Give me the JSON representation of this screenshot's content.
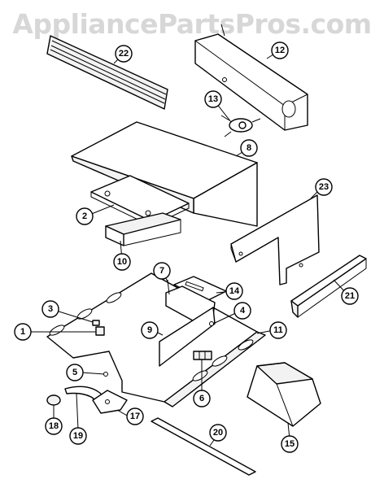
{
  "watermark": "AppliancePartsPros.com",
  "callouts": [
    {
      "id": "22",
      "label": "22"
    },
    {
      "id": "12",
      "label": "12"
    },
    {
      "id": "13",
      "label": "13"
    },
    {
      "id": "8",
      "label": "8"
    },
    {
      "id": "2",
      "label": "2"
    },
    {
      "id": "10",
      "label": "10"
    },
    {
      "id": "23",
      "label": "23"
    },
    {
      "id": "7",
      "label": "7"
    },
    {
      "id": "14",
      "label": "14"
    },
    {
      "id": "21",
      "label": "21"
    },
    {
      "id": "3",
      "label": "3"
    },
    {
      "id": "1",
      "label": "1"
    },
    {
      "id": "4",
      "label": "4"
    },
    {
      "id": "9",
      "label": "9"
    },
    {
      "id": "11",
      "label": "11"
    },
    {
      "id": "5",
      "label": "5"
    },
    {
      "id": "6",
      "label": "6"
    },
    {
      "id": "17",
      "label": "17"
    },
    {
      "id": "18",
      "label": "18"
    },
    {
      "id": "19",
      "label": "19"
    },
    {
      "id": "20",
      "label": "20"
    },
    {
      "id": "15",
      "label": "15"
    }
  ]
}
